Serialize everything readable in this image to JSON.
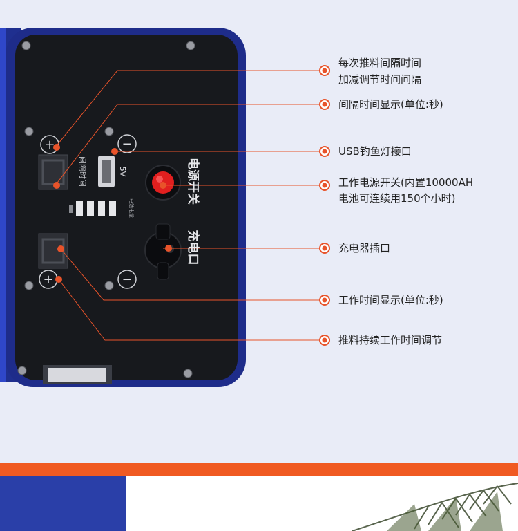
{
  "device": {
    "usb_voltage": "5V",
    "interval_label": "间隔时间",
    "battery_label": "电池电量",
    "power_switch_label": "电源开关",
    "charge_port_label": "充电口",
    "plus_symbol": "+",
    "minus_symbol": "−"
  },
  "callouts": [
    {
      "text": "每次推料间隔时间"
    },
    {
      "text": "加减调节时间间隔"
    },
    {
      "text": "间隔时间显示(单位:秒)"
    },
    {
      "text": "USB钓鱼灯接口"
    },
    {
      "text": "工作电源开关(内置10000AH"
    },
    {
      "text": "电池可连续用150个小时)"
    },
    {
      "text": "充电器插口"
    },
    {
      "text": "工作时间显示(单位:秒)"
    },
    {
      "text": "推料持续工作时间调节"
    }
  ],
  "colors": {
    "accent": "#f05a22",
    "panel": "#17191d",
    "device_blue": "#1f2f8f",
    "background": "#e9ecf7"
  }
}
